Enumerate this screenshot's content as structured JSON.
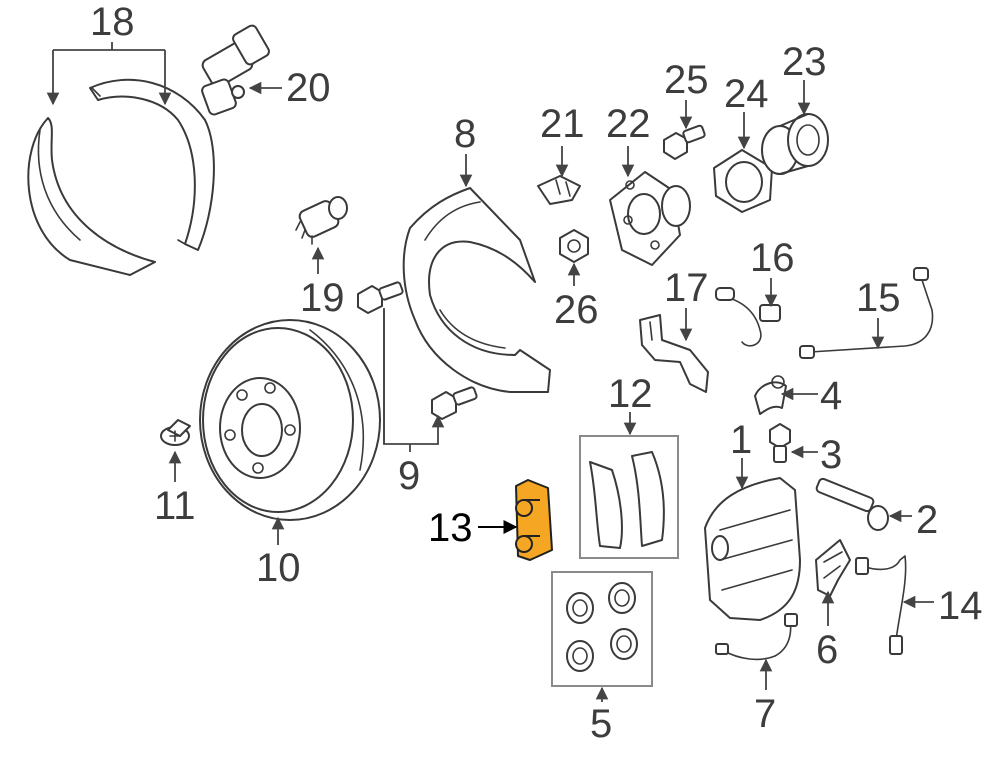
{
  "colors": {
    "highlight": "#f5a623",
    "stroke": "#3a3a3a",
    "label": "#3d3d3d",
    "label_highlight": "#000000"
  },
  "highlighted_part": "13",
  "callouts": {
    "c1": "1",
    "c2": "2",
    "c3": "3",
    "c4": "4",
    "c5": "5",
    "c6": "6",
    "c7": "7",
    "c8": "8",
    "c9": "9",
    "c10": "10",
    "c11": "11",
    "c12": "12",
    "c13": "13",
    "c14": "14",
    "c15": "15",
    "c16": "16",
    "c17": "17",
    "c18": "18",
    "c19": "19",
    "c20": "20",
    "c21": "21",
    "c22": "22",
    "c23": "23",
    "c24": "24",
    "c25": "25",
    "c26": "26"
  }
}
